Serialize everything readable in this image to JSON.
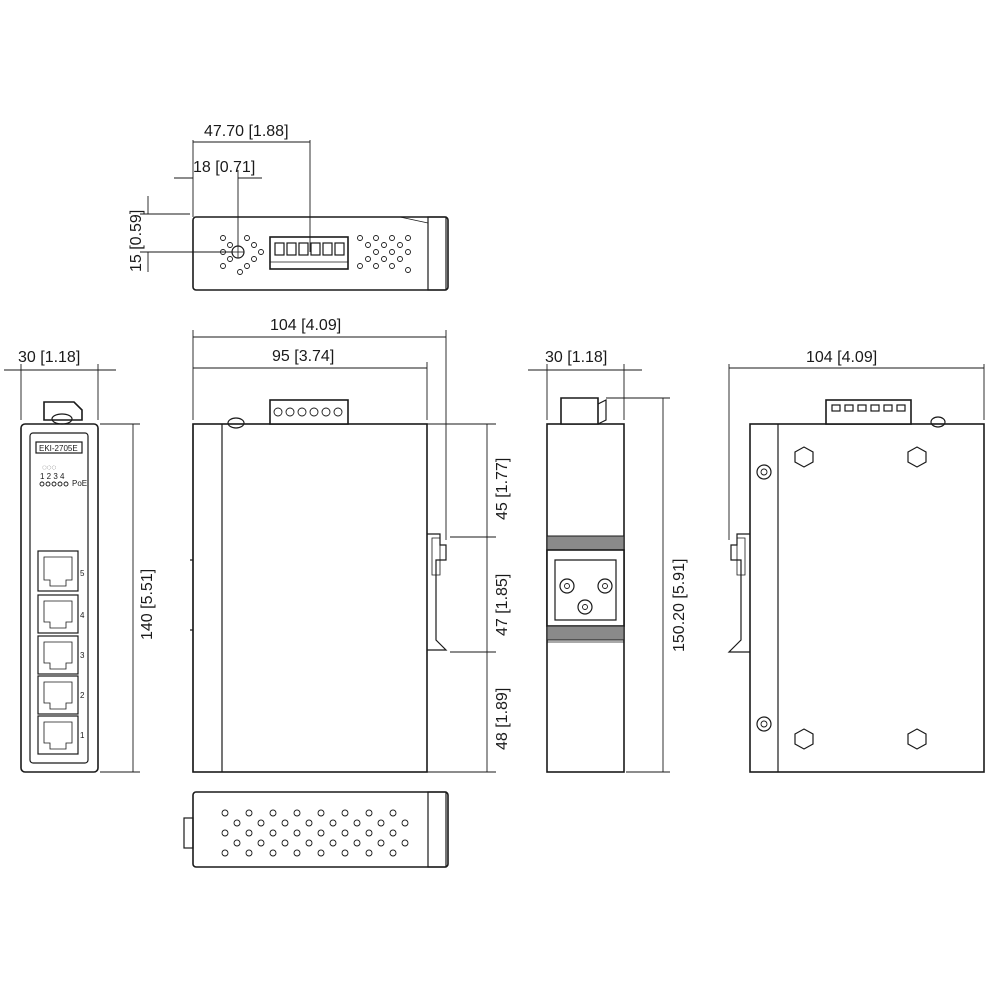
{
  "dimensions": {
    "top_width_total": "47.70 [1.88]",
    "top_offset": "18 [0.71]",
    "top_depth": "15 [0.59]",
    "front_width": "30 [1.18]",
    "front_height": "140 [5.51]",
    "side_width_total": "104 [4.09]",
    "side_width_body": "95 [3.74]",
    "side_seg_top": "45 [1.77]",
    "side_seg_mid": "47 [1.85]",
    "side_seg_bottom": "48 [1.89]",
    "back_width": "30 [1.18]",
    "back_height_total": "150.20 [5.91]",
    "rear_width_total": "104 [4.09]"
  },
  "front_panel": {
    "model": "EKI-2705E",
    "led_numbers": "1 2 3 4",
    "led_label": "PoE",
    "port_numbers": [
      "5",
      "4",
      "3",
      "2",
      "1"
    ]
  }
}
